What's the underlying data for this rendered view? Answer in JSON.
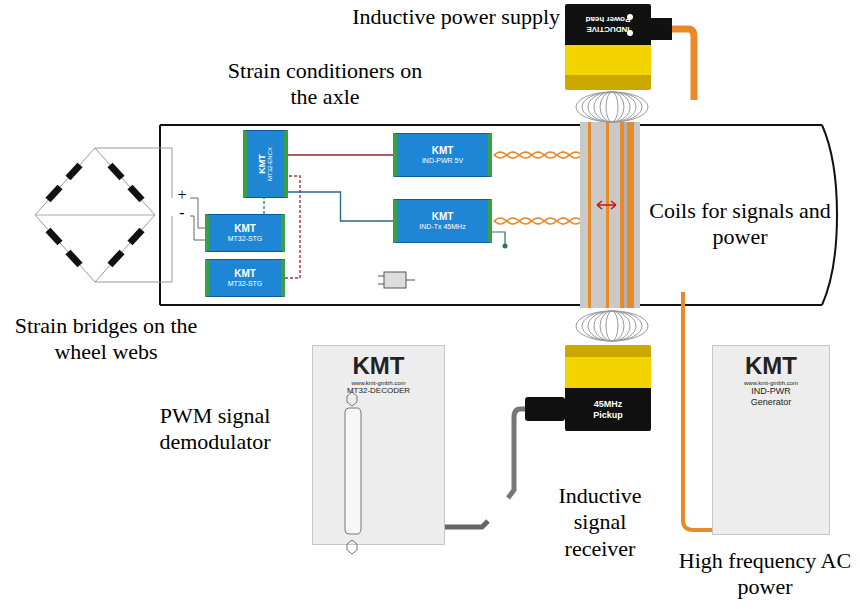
{
  "diagram": {
    "nodes": [
      {
        "text": [
          "INDUCTIVE Power head"
        ]
      },
      {
        "text": [
          "KMT",
          "MT32-ENCX"
        ]
      },
      {
        "text": [
          "KMT",
          "IND-PWR 5V"
        ]
      },
      {
        "text": [
          "KMT",
          "MT32-STG"
        ]
      },
      {
        "text": [
          "KMT",
          "IND-Tx 45MHz"
        ]
      },
      {
        "text": [
          "KMT",
          "MT32-STG"
        ]
      },
      {
        "text": [
          "KMT",
          "www.kmt-gmbh.com",
          "MT32-DECODER"
        ]
      },
      {
        "text": [
          "45MHz Pickup"
        ]
      },
      {
        "text": [
          "KMT",
          "www.kmt-gmbh.com",
          "IND-PWR Generator"
        ]
      }
    ],
    "edges": [
      {
        "from": 3,
        "to": 1,
        "arrow": "none"
      },
      {
        "from": 5,
        "to": 1,
        "arrow": "none"
      },
      {
        "from": 1,
        "to": 2,
        "arrow": "none"
      },
      {
        "from": 1,
        "to": 4,
        "arrow": "none"
      }
    ],
    "labels": [
      "Inductive power supply",
      "Strain conditioners on the axle",
      "Coils for signals and power",
      "Strain bridges on the wheel webs",
      "PWM signal demodulator",
      "Inductive signal receiver",
      "High frequency AC power",
      "+",
      "-"
    ]
  }
}
